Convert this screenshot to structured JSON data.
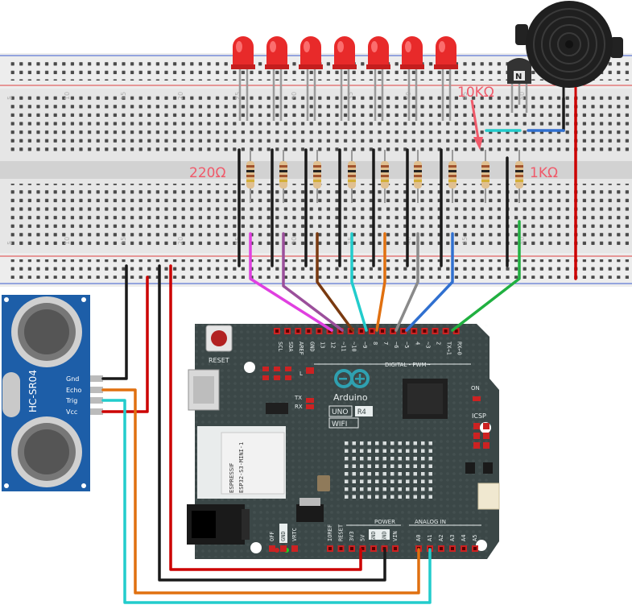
{
  "labels": {
    "r220": "220Ω",
    "r10k": "10KΩ",
    "r1k": "1KΩ"
  },
  "breadboard": {
    "column_numbers": [
      "5",
      "10",
      "15",
      "20",
      "25",
      "30",
      "35",
      "40",
      "45",
      "50"
    ]
  },
  "sensor": {
    "model": "HC-SR04",
    "pins": [
      "Gnd",
      "Echo",
      "Trig",
      "Vcc"
    ]
  },
  "board": {
    "reset_label": "RESET",
    "brand": "Arduino",
    "model_uno": "UNO",
    "model_r4": "R4",
    "model_wifi": "WIFI",
    "digital_label": "DIGITAL - PWM~",
    "power_label": "POWER",
    "analog_label": "ANALOG IN",
    "icsp_label": "ICSP",
    "on_label": "ON",
    "l_label": "L",
    "tx_label": "TX",
    "rx_label": "RX",
    "module_line1": "ESPRESSIF",
    "module_line2": "ESP32-S3-MINI-1",
    "top_pins": [
      "SCL",
      "SDA",
      "AREF",
      "GND",
      "13",
      "12",
      "~11",
      "~10",
      "~9",
      "8",
      "7",
      "~6",
      "~5",
      "4",
      "~3",
      "2",
      "TX→1",
      "RX←0"
    ],
    "power_pins": [
      "IOREF",
      "RESET",
      "3V3",
      "5V",
      "GND",
      "GND",
      "VIN"
    ],
    "analog_pins": [
      "A0",
      "A1",
      "A2",
      "A3",
      "A4",
      "A5"
    ],
    "bottom_left": [
      "OFF",
      "GND",
      "VRTC"
    ]
  },
  "colors": {
    "board": "#3b4747",
    "led": "#e82a2a",
    "wire_black": "#1a1a1a",
    "wire_red": "#cc0000",
    "wire_magenta": "#e040e0",
    "wire_purple": "#9b4f9b",
    "wire_brown": "#7a3a10",
    "wire_cyan": "#22cccc",
    "wire_orange": "#e07010",
    "wire_gray": "#8a8a8a",
    "wire_blue": "#3070d0",
    "wire_green": "#20b040"
  }
}
